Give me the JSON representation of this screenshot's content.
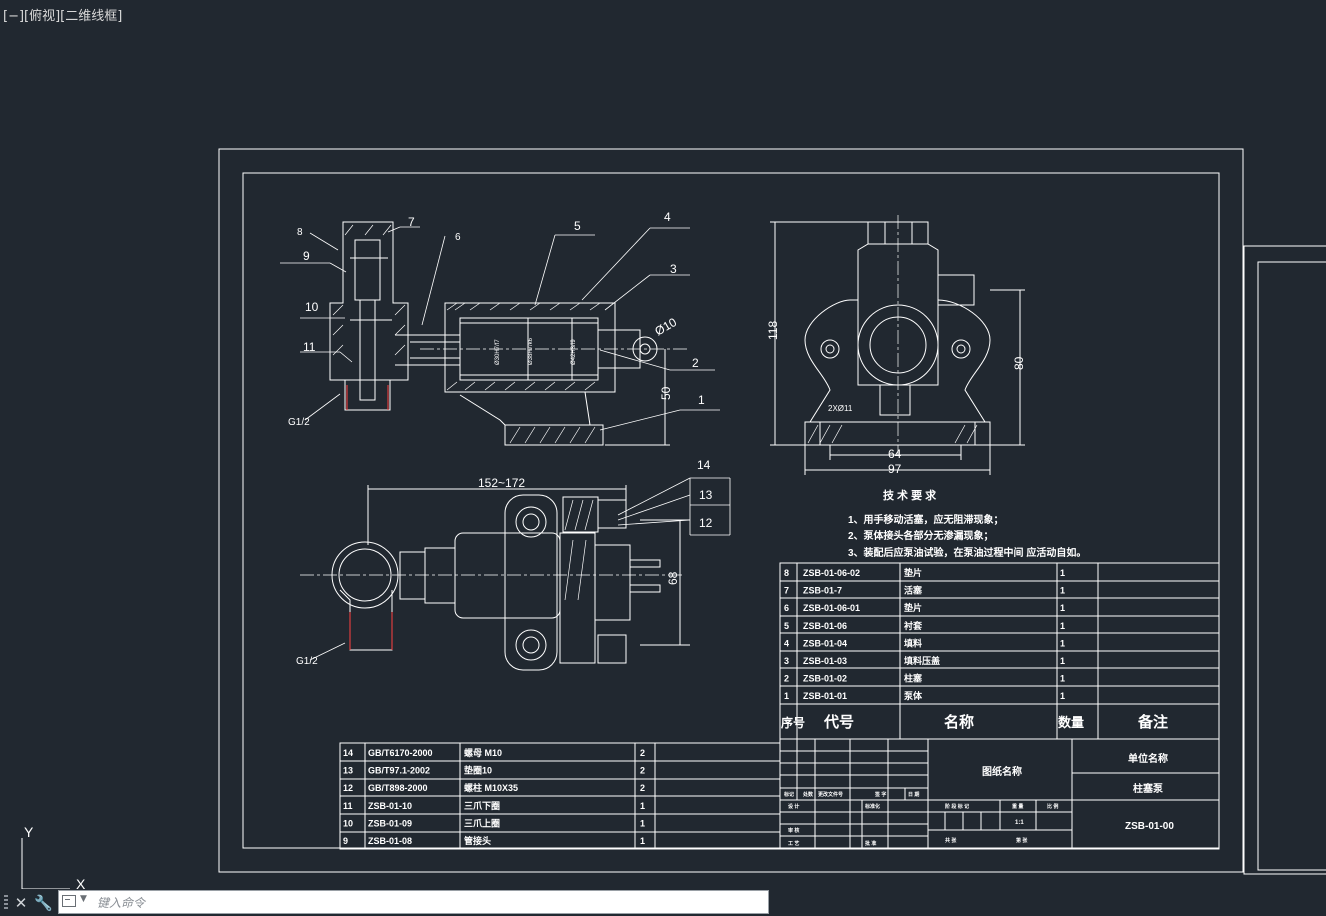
{
  "viewport": {
    "label": "[−][俯视][二维线框]"
  },
  "drawing": {
    "callouts": [
      "8",
      "7",
      "6",
      "5",
      "4",
      "3",
      "9",
      "10",
      "11",
      "2",
      "1"
    ],
    "thread_label": "G1/2",
    "dims": {
      "phi10": "Ø10",
      "d50": "50",
      "d118": "118",
      "d80": "80",
      "d64": "64",
      "d97": "97",
      "d152": "152~172",
      "d68": "68",
      "holes": "2XØ11"
    },
    "inner_dims": [
      "Ø30H7/f7",
      "Ø38H7/k6",
      "Ø42H8/f9"
    ],
    "plan_callouts": [
      "14",
      "13",
      "12"
    ]
  },
  "tech": {
    "title": "技 术 要 求",
    "items": [
      "1、用手移动活塞，应无阻滞现象；",
      "2、泵体接头各部分无渗漏现象；",
      "3、装配后应泵油试验，在泵油过程中间 应活动自如。"
    ]
  },
  "bom_upper": [
    {
      "no": "8",
      "code": "ZSB-01-06-02",
      "name": "垫片",
      "qty": "1"
    },
    {
      "no": "7",
      "code": "ZSB-01-7",
      "name": "活塞",
      "qty": "1"
    },
    {
      "no": "6",
      "code": "ZSB-01-06-01",
      "name": "垫片",
      "qty": "1"
    },
    {
      "no": "5",
      "code": "ZSB-01-06",
      "name": "衬套",
      "qty": "1"
    },
    {
      "no": "4",
      "code": "ZSB-01-04",
      "name": "填料",
      "qty": "1"
    },
    {
      "no": "3",
      "code": "ZSB-01-03",
      "name": "填料压盖",
      "qty": "1"
    },
    {
      "no": "2",
      "code": "ZSB-01-02",
      "name": "柱塞",
      "qty": "1"
    },
    {
      "no": "1",
      "code": "ZSB-01-01",
      "name": "泵体",
      "qty": "1"
    }
  ],
  "bom_header": {
    "no": "序号",
    "code": "代号",
    "name": "名称",
    "qty": "数量",
    "remark": "备注"
  },
  "bom_lower": [
    {
      "no": "14",
      "code": "GB/T6170-2000",
      "name": "螺母 M10",
      "qty": "2"
    },
    {
      "no": "13",
      "code": "GB/T97.1-2002",
      "name": "垫圈10",
      "qty": "2"
    },
    {
      "no": "12",
      "code": "GB/T898-2000",
      "name": "螺柱 M10X35",
      "qty": "2"
    },
    {
      "no": "11",
      "code": "ZSB-01-10",
      "name": "三爪下圈",
      "qty": "1"
    },
    {
      "no": "10",
      "code": "ZSB-01-09",
      "name": "三爪上圈",
      "qty": "1"
    },
    {
      "no": "9",
      "code": "ZSB-01-08",
      "name": "管接头",
      "qty": "1"
    }
  ],
  "title_block": {
    "drawing_name": "图纸名称",
    "unit_name": "单位名称",
    "product": "柱塞泵",
    "drawing_no": "ZSB-01-00",
    "small_labels": [
      "标记",
      "处数",
      "更改文件号",
      "签 字",
      "日 期",
      "设 计",
      "标准化",
      "审 核",
      "工 艺",
      "批 准",
      "阶 段 标 记",
      "重 量",
      "比 例",
      "共 张",
      "第 张"
    ],
    "ratio": "1:1"
  },
  "cmdline": {
    "placeholder": "键入命令",
    "close_label": "✕",
    "settings_label": "🔧"
  },
  "ucs": {
    "x": "X",
    "y": "Y"
  }
}
